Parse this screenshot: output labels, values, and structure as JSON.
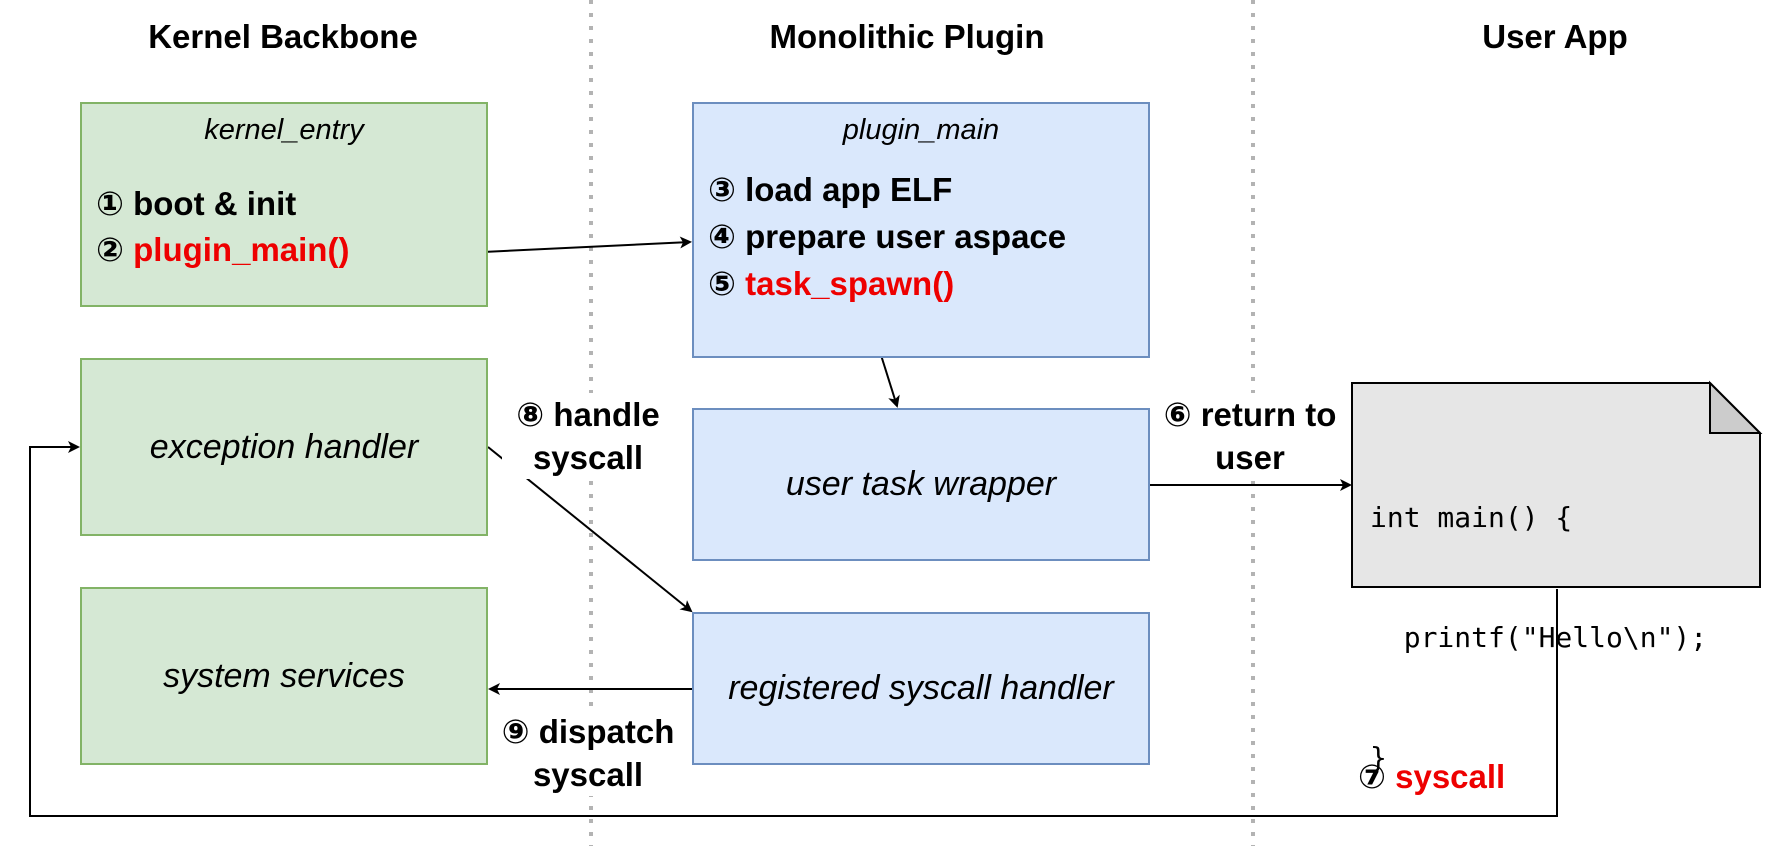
{
  "columns": {
    "kernel": "Kernel Backbone",
    "plugin": "Monolithic Plugin",
    "user": "User App"
  },
  "kernel_entry": {
    "title": "kernel_entry",
    "step1": "① boot & init",
    "step2_num": "②",
    "step2_call": "plugin_main()"
  },
  "plugin_main": {
    "title": "plugin_main",
    "step3": "③ load app ELF",
    "step4": "④ prepare user aspace",
    "step5_num": "⑤",
    "step5_call": "task_spawn()"
  },
  "boxes": {
    "exception_handler": "exception handler",
    "system_services": "system services",
    "user_task_wrapper": "user task wrapper",
    "registered_syscall_handler": "registered syscall handler"
  },
  "edge_labels": {
    "handle_syscall_line1": "⑧ handle",
    "handle_syscall_line2": "syscall",
    "return_to_user_line1": "⑥ return to",
    "return_to_user_line2": "user",
    "dispatch_syscall_line1": "⑨ dispatch",
    "dispatch_syscall_line2": "syscall",
    "syscall_num": "⑦",
    "syscall_word": "syscall"
  },
  "user_code": {
    "line1": "int main() {",
    "line2": "  printf(\"Hello\\n\");",
    "line3": "}"
  },
  "colors": {
    "kernel_fill": "#d5e8d4",
    "kernel_stroke": "#82b366",
    "plugin_fill": "#dae8fc",
    "plugin_stroke": "#6c8ebf",
    "note_fill": "#e6e6e6",
    "highlight": "#ee0000"
  }
}
